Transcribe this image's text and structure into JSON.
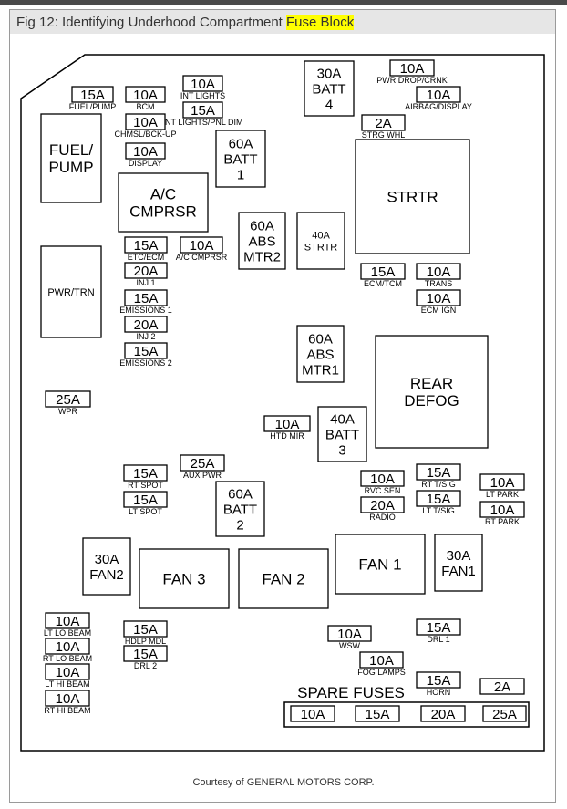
{
  "caption": {
    "prefix": "Fig 12: Identifying Underhood Compartment ",
    "highlight": "Fuse Block"
  },
  "credit": "Courtesy of GENERAL MOTORS CORP.",
  "spare_title": "SPARE FUSES",
  "boxes": [
    {
      "id": "fuel-pump-relay",
      "lines": [
        "FUEL/",
        "PUMP"
      ]
    },
    {
      "id": "ac-cmprsr-relay",
      "lines": [
        "A/C",
        "CMPRSR"
      ]
    },
    {
      "id": "pwr-trn-relay",
      "lines": [
        "PWR/TRN"
      ]
    },
    {
      "id": "batt4-maxi",
      "lines": [
        "30A",
        "BATT",
        "4"
      ]
    },
    {
      "id": "batt1-maxi",
      "lines": [
        "60A",
        "BATT",
        "1"
      ]
    },
    {
      "id": "abs-mtr2-maxi",
      "lines": [
        "60A",
        "ABS",
        "MTR2"
      ]
    },
    {
      "id": "strtr-maxi",
      "lines": [
        "40A",
        "STRTR"
      ]
    },
    {
      "id": "strtr-relay",
      "lines": [
        "STRTR"
      ]
    },
    {
      "id": "abs-mtr1-maxi",
      "lines": [
        "60A",
        "ABS",
        "MTR1"
      ]
    },
    {
      "id": "rear-defog-relay",
      "lines": [
        "REAR",
        "DEFOG"
      ]
    },
    {
      "id": "batt3-maxi",
      "lines": [
        "40A",
        "BATT",
        "3"
      ]
    },
    {
      "id": "batt2-maxi",
      "lines": [
        "60A",
        "BATT",
        "2"
      ]
    },
    {
      "id": "fan2-maxi",
      "lines": [
        "30A",
        "FAN2"
      ]
    },
    {
      "id": "fan3-relay",
      "lines": [
        "FAN 3"
      ]
    },
    {
      "id": "fan2-relay",
      "lines": [
        "FAN 2"
      ]
    },
    {
      "id": "fan1-relay",
      "lines": [
        "FAN 1"
      ]
    },
    {
      "id": "fan1-maxi",
      "lines": [
        "30A",
        "FAN1"
      ]
    }
  ],
  "fuses": [
    {
      "id": "fuel-pump",
      "amp": "15A",
      "label": "FUEL/PUMP"
    },
    {
      "id": "bcm",
      "amp": "10A",
      "label": "BCM"
    },
    {
      "id": "int-lights",
      "amp": "10A",
      "label": "INT LIGHTS"
    },
    {
      "id": "int-lights-pnl-dim",
      "amp": "15A",
      "label": "INT LIGHTS/PNL DIM"
    },
    {
      "id": "chmsl-bck-up",
      "amp": "10A",
      "label": "CHMSL/BCK-UP"
    },
    {
      "id": "display",
      "amp": "10A",
      "label": "DISPLAY"
    },
    {
      "id": "pwr-drop-crnk",
      "amp": "10A",
      "label": "PWR DROP/CRNK"
    },
    {
      "id": "airbag-display",
      "amp": "10A",
      "label": "AIRBAG/DISPLAY"
    },
    {
      "id": "strg-whl",
      "amp": "2A",
      "label": "STRG WHL"
    },
    {
      "id": "etc-ecm",
      "amp": "15A",
      "label": "ETC/ECM"
    },
    {
      "id": "ac-cmprsr",
      "amp": "10A",
      "label": "A/C CMPRSR"
    },
    {
      "id": "inj1",
      "amp": "20A",
      "label": "INJ 1"
    },
    {
      "id": "emissions1",
      "amp": "15A",
      "label": "EMISSIONS 1"
    },
    {
      "id": "inj2",
      "amp": "20A",
      "label": "INJ 2"
    },
    {
      "id": "emissions2",
      "amp": "15A",
      "label": "EMISSIONS 2"
    },
    {
      "id": "ecm-tcm",
      "amp": "15A",
      "label": "ECM/TCM"
    },
    {
      "id": "trans",
      "amp": "10A",
      "label": "TRANS"
    },
    {
      "id": "ecm-ign",
      "amp": "10A",
      "label": "ECM IGN"
    },
    {
      "id": "wpr",
      "amp": "25A",
      "label": "WPR"
    },
    {
      "id": "htd-mir",
      "amp": "10A",
      "label": "HTD MIR"
    },
    {
      "id": "rt-spot",
      "amp": "15A",
      "label": "RT SPOT"
    },
    {
      "id": "aux-pwr",
      "amp": "25A",
      "label": "AUX PWR"
    },
    {
      "id": "lt-spot",
      "amp": "15A",
      "label": "LT SPOT"
    },
    {
      "id": "rvc-sen",
      "amp": "10A",
      "label": "RVC SEN"
    },
    {
      "id": "rt-tsig",
      "amp": "15A",
      "label": "RT T/SIG"
    },
    {
      "id": "radio",
      "amp": "20A",
      "label": "RADIO"
    },
    {
      "id": "lt-tsig",
      "amp": "15A",
      "label": "LT T/SIG"
    },
    {
      "id": "lt-park",
      "amp": "10A",
      "label": "LT PARK"
    },
    {
      "id": "rt-park",
      "amp": "10A",
      "label": "RT PARK"
    },
    {
      "id": "lt-lo-beam",
      "amp": "10A",
      "label": "LT LO BEAM"
    },
    {
      "id": "rt-lo-beam",
      "amp": "10A",
      "label": "RT LO BEAM"
    },
    {
      "id": "lt-hi-beam",
      "amp": "10A",
      "label": "LT HI BEAM"
    },
    {
      "id": "rt-hi-beam",
      "amp": "10A",
      "label": "RT HI BEAM"
    },
    {
      "id": "hdlp-mdl",
      "amp": "15A",
      "label": "HDLP MDL"
    },
    {
      "id": "drl2",
      "amp": "15A",
      "label": "DRL 2"
    },
    {
      "id": "wsw",
      "amp": "10A",
      "label": "WSW"
    },
    {
      "id": "drl1",
      "amp": "15A",
      "label": "DRL 1"
    },
    {
      "id": "fog-lamps",
      "amp": "10A",
      "label": "FOG LAMPS"
    },
    {
      "id": "horn",
      "amp": "15A",
      "label": "HORN"
    },
    {
      "id": "spare-2a",
      "amp": "2A",
      "label": ""
    },
    {
      "id": "spare-10a",
      "amp": "10A",
      "label": ""
    },
    {
      "id": "spare-15a",
      "amp": "15A",
      "label": ""
    },
    {
      "id": "spare-20a",
      "amp": "20A",
      "label": ""
    },
    {
      "id": "spare-25a",
      "amp": "25A",
      "label": ""
    }
  ]
}
